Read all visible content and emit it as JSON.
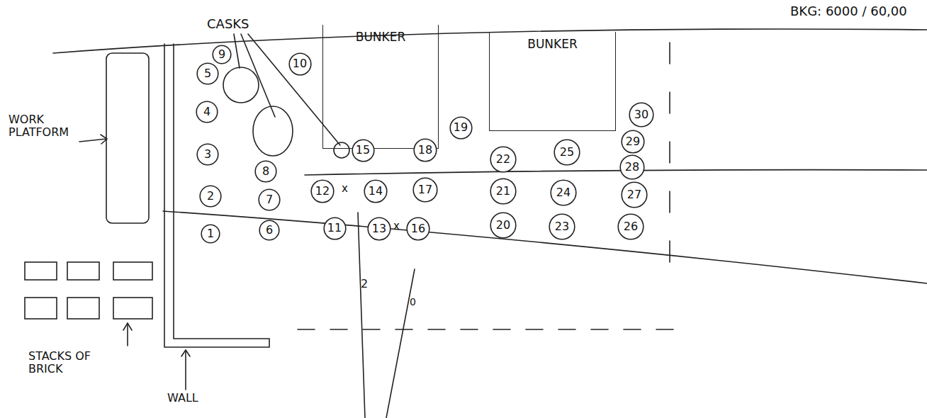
{
  "diagram": {
    "nodes": [
      {
        "text": [
          "9"
        ]
      },
      {
        "text": [
          "5"
        ]
      },
      {
        "text": [
          "10"
        ]
      },
      {
        "text": [
          "BUNKER"
        ]
      },
      {
        "text": [
          "BUNKER"
        ]
      },
      {
        "text": [
          "19"
        ]
      },
      {
        "text": [
          "30"
        ]
      },
      {
        "text": [
          "4"
        ]
      },
      {
        "text": [
          "29"
        ]
      },
      {
        "text": [
          "3"
        ]
      },
      {
        "text": [
          "8"
        ]
      },
      {
        "text": [
          "15"
        ]
      },
      {
        "text": [
          "18"
        ]
      },
      {
        "text": [
          "22"
        ]
      },
      {
        "text": [
          "25"
        ]
      },
      {
        "text": [
          "28"
        ]
      },
      {
        "text": [
          "2"
        ]
      },
      {
        "text": [
          "7"
        ]
      },
      {
        "text": [
          "12"
        ]
      },
      {
        "text": [
          "14"
        ]
      },
      {
        "text": [
          "17"
        ]
      },
      {
        "text": [
          "21"
        ]
      },
      {
        "text": [
          "24"
        ]
      },
      {
        "text": [
          "27"
        ]
      },
      {
        "text": [
          "1"
        ]
      },
      {
        "text": [
          "6"
        ]
      },
      {
        "text": [
          "11"
        ]
      },
      {
        "text": [
          "13"
        ]
      },
      {
        "text": [
          "16"
        ]
      },
      {
        "text": [
          "20"
        ]
      },
      {
        "text": [
          "23"
        ]
      },
      {
        "text": [
          "26"
        ]
      }
    ],
    "labels": [
      "BKG: 6000 / 60,00",
      "CASKS",
      "WORK PLATFORM",
      "STACKS OF BRICK",
      "WALL",
      "x",
      "x",
      "2",
      "0"
    ]
  }
}
